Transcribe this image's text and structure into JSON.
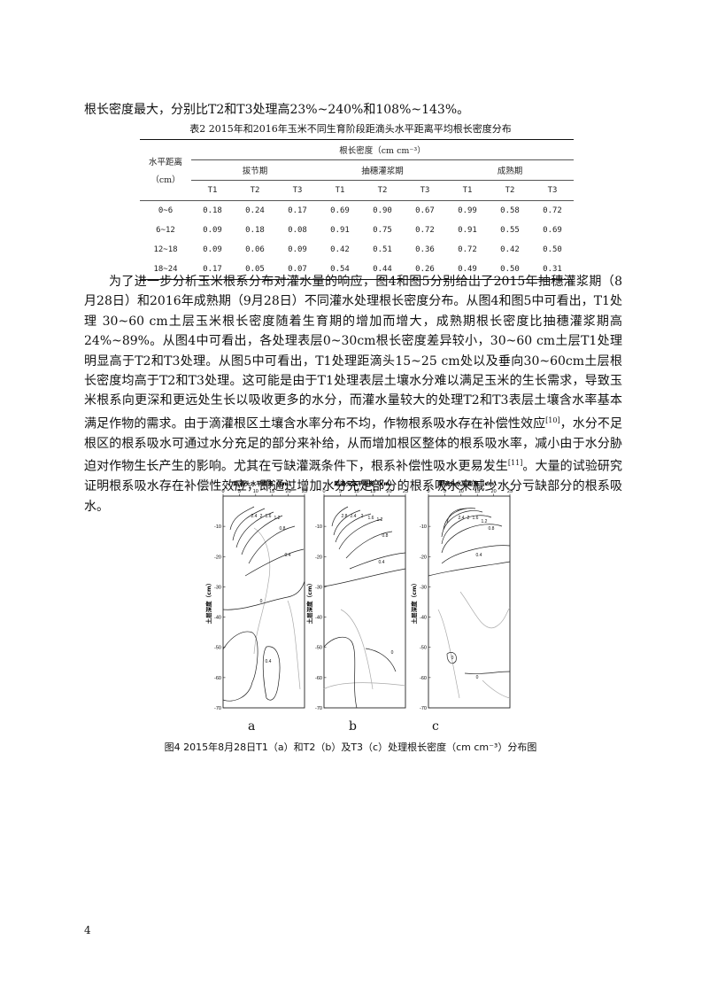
{
  "intro_text": "根长密度最大，分别比T2和T3处理高23%~240%和108%~143%。",
  "table": {
    "caption": "表2 2015年和2016年玉米不同生育阶段距滴头水平距离平均根长密度分布",
    "row_header_line1": "水平距离",
    "row_header_line2": "（cm）",
    "group_header": "根长密度（cm cm⁻³）",
    "stages": [
      "拔节期",
      "抽穗灌浆期",
      "成熟期"
    ],
    "treatments": [
      "T1",
      "T2",
      "T3",
      "T1",
      "T2",
      "T3",
      "T1",
      "T2",
      "T3"
    ],
    "rows": [
      {
        "distance": "0~6",
        "values": [
          "0.18",
          "0.24",
          "0.17",
          "0.69",
          "0.90",
          "0.67",
          "0.99",
          "0.58",
          "0.72"
        ]
      },
      {
        "distance": "6~12",
        "values": [
          "0.09",
          "0.18",
          "0.08",
          "0.91",
          "0.75",
          "0.72",
          "0.91",
          "0.55",
          "0.69"
        ]
      },
      {
        "distance": "12~18",
        "values": [
          "0.09",
          "0.06",
          "0.09",
          "0.42",
          "0.51",
          "0.36",
          "0.72",
          "0.42",
          "0.50"
        ]
      },
      {
        "distance": "18~24",
        "values": [
          "0.17",
          "0.05",
          "0.07",
          "0.54",
          "0.44",
          "0.26",
          "0.49",
          "0.50",
          "0.31"
        ]
      }
    ]
  },
  "paragraph": {
    "part1": "为了进一步分析玉米根系分布对灌水量的响应，图4和图5分别给出了2015年抽穗灌浆期（8月28日）和2016年成熟期（9月28日）不同灌水处理根长密度分布。从图4和图5中可看出，T1处理 30~60 cm土层玉米根长密度随着生育期的增加而增大，成熟期根长密度比抽穗灌浆期高24%~89%。从图4中可看出，各处理表层0~30cm根长密度差异较小，30~60 cm土层T1处理明显高于T2和T3处理。从图5中可看出，T1处理距滴头15~25 cm处以及垂向30~60cm土层根长密度均高于T2和T3处理。这可能是由于T1处理表层土壤水分难以满足玉米的生长需求，导致玉米根系向更深和更远处生长以吸收更多的水分，而灌水量较大的处理T2和T3表层土壤含水率基本满足作物的需求。由于滴灌根区土壤含水率分布不均，作物根系吸水存在补偿性效应",
    "ref1": "[10]",
    "part2": "，水分不足根区的根系吸水可通过水分充足的部分来补给，从而增加根区整体的根系吸水率，减小由于水分胁迫对作物生长产生的影响。尤其在亏缺灌溉条件下，根系补偿性吸水更易发生",
    "ref2": "[11]",
    "part3": "。大量的试验研究证明根系吸水存在补偿性效应，即通过增加水分充足部分的根系吸水来减少水分亏缺部分的根系吸水。"
  },
  "figure": {
    "x_axis_title": "距滴头水平距离（cm）",
    "y_axis_title": "土层深度（cm）",
    "x_ticks": [
      "0",
      "5",
      "10",
      "15",
      "20",
      "25"
    ],
    "y_ticks": [
      "-10",
      "-20",
      "-30",
      "-40",
      "-50",
      "-60",
      "-70"
    ],
    "panel_labels": [
      "a",
      "b",
      "c"
    ],
    "contour_labels": {
      "a": [
        "2.4",
        "2",
        "1.6",
        "1.2",
        "0.8",
        "0.4",
        "0",
        "0.4"
      ],
      "b": [
        "2.8",
        "2.4",
        "2",
        "1.6",
        "1.2",
        "0.8",
        "0.4",
        "0"
      ],
      "c": [
        "2.4",
        "2",
        "1.6",
        "1.2",
        "0.8",
        "0.4",
        "0",
        "0"
      ]
    },
    "caption": "图4 2015年8月28日T1（a）和T2（b）及T3（c）处理根长密度（cm cm⁻³）分布图"
  },
  "page_number": "4"
}
